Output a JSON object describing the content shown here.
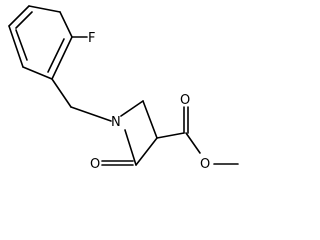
{
  "molecule": {
    "atoms": {
      "fluorine": "F",
      "nitrogen": "N",
      "ketone_oxygen": "O",
      "ester_carbonyl_oxygen": "O",
      "ester_ether_oxygen": "O"
    },
    "colors": {
      "bond": "#000000",
      "label": "#000000",
      "background": "#ffffff"
    }
  }
}
